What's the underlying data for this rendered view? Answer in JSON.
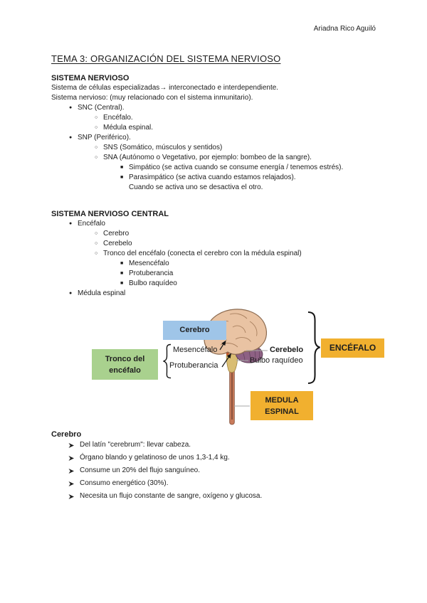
{
  "page": {
    "author": "Ariadna Rico Aguiló",
    "title": "TEMA 3: ORGANIZACIÓN DEL SISTEMA NERVIOSO"
  },
  "bullets": {
    "l1": "●",
    "l2": "○",
    "l3": "■"
  },
  "section_sn": {
    "heading": "SISTEMA NERVIOSO",
    "intro1": "Sistema de células especializadas→ interconectado e interdependiente.",
    "intro2": "Sistema nervioso: (muy relacionado con el sistema inmunitario).",
    "items": [
      {
        "level": 1,
        "text": "SNC (Central)."
      },
      {
        "level": 2,
        "text": "Encéfalo."
      },
      {
        "level": 2,
        "text": "Médula espinal."
      },
      {
        "level": 1,
        "text": "SNP (Periférico)."
      },
      {
        "level": 2,
        "text": "SNS (Somático, músculos y sentidos)"
      },
      {
        "level": 2,
        "text": "SNA (Autónomo o Vegetativo, por ejemplo: bombeo de la sangre)."
      },
      {
        "level": 3,
        "text": "Simpático (se activa cuando se consume energía / tenemos estrés)."
      },
      {
        "level": 3,
        "text": "Parasimpático (se activa cuando estamos relajados)."
      },
      {
        "level": 3,
        "text": "Cuando se activa uno se desactiva el otro.",
        "no_bullet": true
      }
    ]
  },
  "section_snc": {
    "heading": "SISTEMA NERVIOSO CENTRAL",
    "items": [
      {
        "level": 1,
        "text": "Encéfalo"
      },
      {
        "level": 2,
        "text": "Cerebro"
      },
      {
        "level": 2,
        "text": "Cerebelo"
      },
      {
        "level": 2,
        "text": "Tronco del encéfalo (conecta el cerebro con la médula espinal)"
      },
      {
        "level": 3,
        "text": "Mesencéfalo"
      },
      {
        "level": 3,
        "text": "Protuberancia"
      },
      {
        "level": 3,
        "text": "Bulbo raquídeo"
      },
      {
        "level": 1,
        "text": "Médula espinal"
      }
    ]
  },
  "diagram": {
    "labels": {
      "cerebro": "Cerebro",
      "tronco_line1": "Tronco del",
      "tronco_line2": "encéfalo",
      "mesencefalo": "Mesencéfalo",
      "protuberancia": "Protuberancia",
      "cerebelo": "Cerebelo",
      "bulbo": "Bulbo raquídeo",
      "encefalo": "ENCÉFALO",
      "medula_line1": "MEDULA",
      "medula_line2": "ESPINAL"
    },
    "colors": {
      "cerebro_box": "#9fc5e8",
      "tronco_box": "#a9d18e",
      "encefalo_box": "#f1b02f",
      "medula_box": "#f1b02f",
      "cerebrum_fill": "#e9c3a3",
      "cerebellum_fill": "#8e6184",
      "brainstem_fill": "#d9bd72",
      "spinal_cord_fill": "#c97b5b"
    }
  },
  "section_cerebro": {
    "heading": "Cerebro",
    "items": [
      "Del latín \"cerebrum\": llevar cabeza.",
      "Órgano blando y gelatinoso de unos 1,3-1,4 kg.",
      "Consume un 20% del flujo sanguíneo.",
      "Consumo energético (30%).",
      "Necesita un flujo constante de sangre, oxígeno y glucosa."
    ]
  }
}
